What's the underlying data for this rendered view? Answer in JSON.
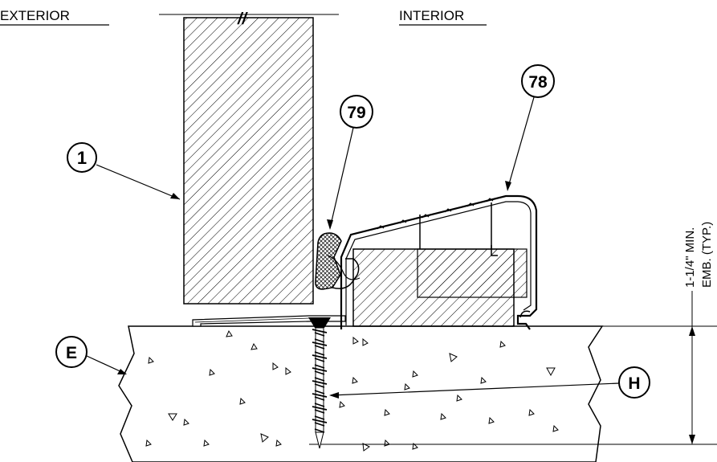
{
  "headers": {
    "exterior": "EXTERIOR",
    "interior": "INTERIOR"
  },
  "break_mark": "//",
  "callouts": {
    "c1": "1",
    "c79": "79",
    "c78": "78",
    "cE": "E",
    "cH": "H"
  },
  "dimension": {
    "line1": "1-1/4\" MIN.",
    "line2": "EMB. (TYP.)"
  }
}
